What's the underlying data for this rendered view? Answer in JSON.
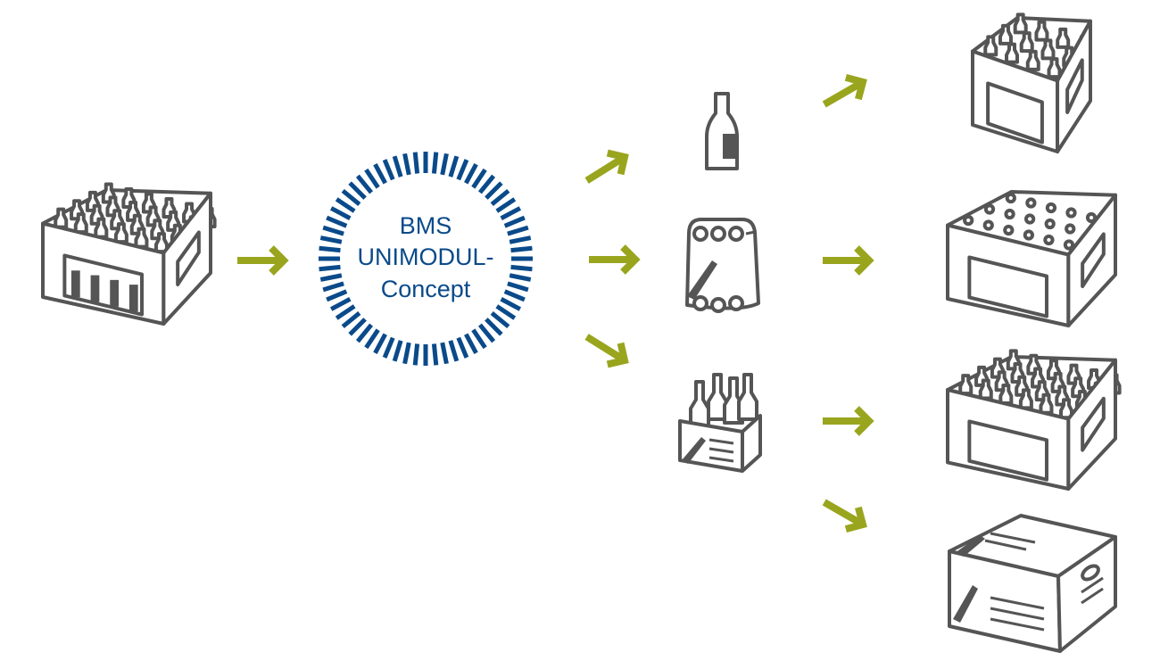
{
  "concept": {
    "lines": [
      "BMS",
      "UNIMODUL-",
      "Concept"
    ]
  },
  "icons": {
    "source": "crate-icon",
    "intermediate": [
      "bottle-icon",
      "six-pack-icon",
      "four-pack-carrier-icon"
    ],
    "outputs": [
      "small-crate-icon",
      "six-pack-crate-icon",
      "bottle-crate-icon",
      "carton-box-icon"
    ]
  },
  "colors": {
    "accent_blue": "#0a4a8a",
    "arrow_green": "#9aa51e",
    "icon_gray": "#555555"
  }
}
